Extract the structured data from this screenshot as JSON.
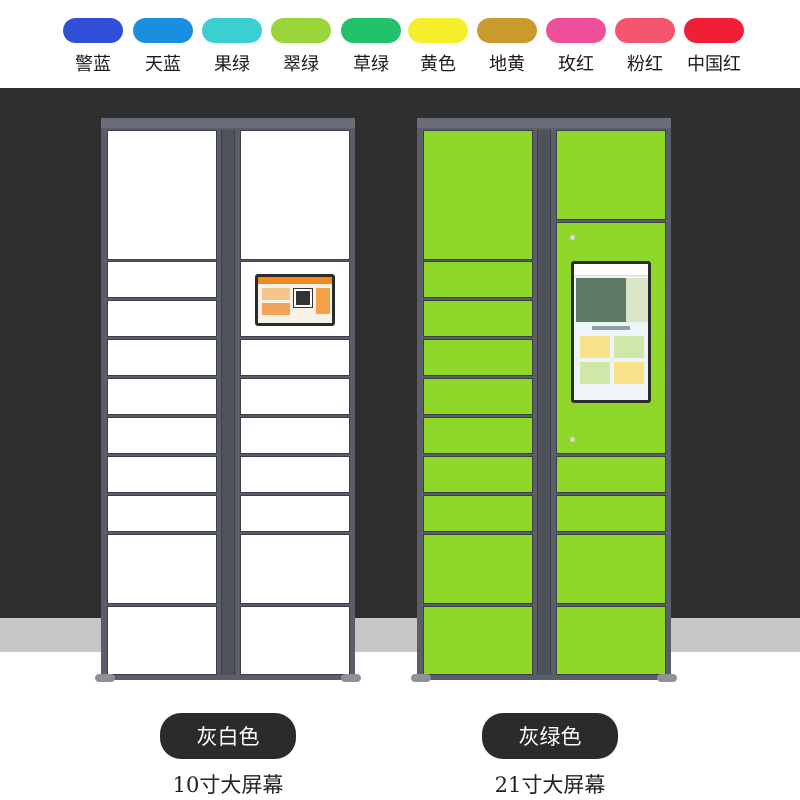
{
  "swatches": [
    {
      "label": "警蓝",
      "color": "#2f4fd6"
    },
    {
      "label": "天蓝",
      "color": "#1a8ee0"
    },
    {
      "label": "果绿",
      "color": "#3ccfd2"
    },
    {
      "label": "翠绿",
      "color": "#9ad63a"
    },
    {
      "label": "草绿",
      "color": "#22c26a"
    },
    {
      "label": "黄色",
      "color": "#f4ef2a"
    },
    {
      "label": "地黄",
      "color": "#c99a2e"
    },
    {
      "label": "玫红",
      "color": "#ee4f9a"
    },
    {
      "label": "粉红",
      "color": "#f3566e"
    },
    {
      "label": "中国红",
      "color": "#f01f36"
    }
  ],
  "products": [
    {
      "color_name": "灰白色",
      "screen_size": "10寸大屏幕",
      "door_color": "#ffffff"
    },
    {
      "color_name": "灰绿色",
      "screen_size": "21寸大屏幕",
      "door_color": "#8fd82b"
    }
  ]
}
